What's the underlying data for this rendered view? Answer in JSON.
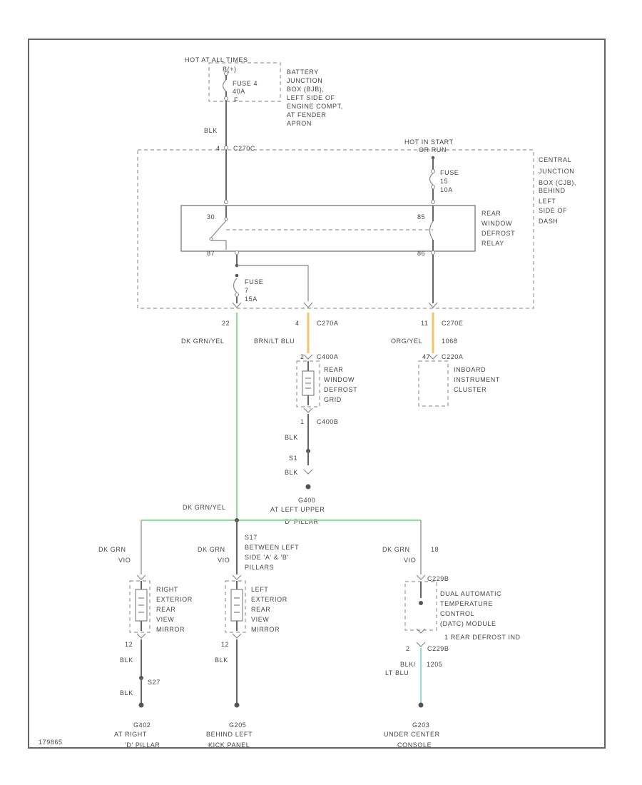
{
  "colors": {
    "green_wire": "#98d8a0",
    "orange_wire": "#f3c46a",
    "cyan_wire": "#9cd8da",
    "line": "#666666"
  },
  "battery_junction_box": {
    "hot_label": "HOT AT ALL TIMES",
    "top_terminal": "B(+)",
    "fuse_label": "FUSE 4",
    "fuse_rating": "40A",
    "bottom_terminal": "F",
    "description": [
      "BATTERY",
      "JUNCTION",
      "BOX (BJB),",
      "LEFT SIDE OF",
      "ENGINE COMPT,",
      "AT FENDER",
      "APRON"
    ]
  },
  "wire_blk_top": "BLK",
  "connector_c2_top": {
    "pin": "4",
    "name": "C270C"
  },
  "central_junction_box": {
    "hot_label": "HOT IN START",
    "hot_label2": "OR RUN",
    "fuse_label": "FUSE",
    "fuse_number": "15",
    "fuse_rating": "10A",
    "description": [
      "CENTRAL",
      "JUNCTION",
      "BOX (CJB),",
      "BEHIND",
      "LEFT",
      "SIDE OF",
      "DASH"
    ]
  },
  "relay": {
    "pin_left_top": "30",
    "pin_right_top": "85",
    "pin_left_bottom": "87",
    "pin_right_bottom": "86",
    "description": [
      "REAR",
      "WINDOW",
      "DEFROST",
      "RELAY"
    ]
  },
  "fuse_7": {
    "label": "FUSE",
    "number": "7",
    "rating": "15A"
  },
  "connectors_mid": {
    "left_pin": "22",
    "middle_pin": "4",
    "middle_name": "C270A",
    "right_pin": "11",
    "right_name": "C270E"
  },
  "wires_mid": {
    "left": "DK GRN/YEL",
    "middle": "BRN/LT BLU",
    "right": "ORG/YEL",
    "right_circuit": "1068"
  },
  "defrost_grid": {
    "top_connector": "C400A",
    "top_pin": "2",
    "description": [
      "REAR",
      "WINDOW",
      "DEFROST",
      "GRID"
    ],
    "bottom_pin": "1",
    "bottom_connector": "C400B"
  },
  "instrument_cluster": {
    "connector": "C220A",
    "pin": "47",
    "description": [
      "INBOARD",
      "INSTRUMENT",
      "CLUSTER"
    ]
  },
  "ground_g400": {
    "wire_top": "BLK",
    "splice": "S1",
    "wire_bottom": "BLK",
    "name": "G400",
    "location": [
      "AT LEFT UPPER",
      "'D' PILLAR"
    ]
  },
  "bus": {
    "wire_label": "DK GRN/YEL",
    "splice_name": "S17",
    "splice_location": [
      "BETWEEN LEFT",
      "SIDE 'A' & 'B'",
      "PILLARS"
    ]
  },
  "right_mirror": {
    "wire": "DK GRN",
    "circuit": "VIO",
    "description": [
      "RIGHT",
      "EXTERIOR",
      "REAR",
      "VIEW",
      "MIRROR"
    ],
    "bottom_pin": "12",
    "wire_bottom": "BLK",
    "splice": "S27",
    "wire_bottom2": "BLK",
    "ground": "G402",
    "ground_location": [
      "AT RIGHT",
      "'D' PILLAR"
    ]
  },
  "left_mirror": {
    "wire": "DK GRN",
    "circuit": "VIO",
    "description": [
      "LEFT",
      "EXTERIOR",
      "REAR",
      "VIEW",
      "MIRROR"
    ],
    "bottom_pin": "12",
    "wire_bottom": "BLK",
    "ground": "G205",
    "ground_location": [
      "BEHIND LEFT",
      "KICK PANEL"
    ]
  },
  "dual_module": {
    "wire": "DK GRN",
    "pin": "18",
    "circuit": "VIO",
    "connector_top": "C229B",
    "description": [
      "DUAL AUTOMATIC",
      "TEMPERATURE",
      "CONTROL",
      "(DATC) MODULE"
    ],
    "pin_note": "1  REAR DEFROST IND",
    "bottom_pin": "2",
    "bottom_connector": "C229B",
    "wire_bottom": "BLK/",
    "wire_bottom2": "LT BLU",
    "circuit_bottom": "1205",
    "ground": "G203",
    "ground_location": [
      "UNDER CENTER",
      "CONSOLE"
    ]
  },
  "figure_code": "179865"
}
